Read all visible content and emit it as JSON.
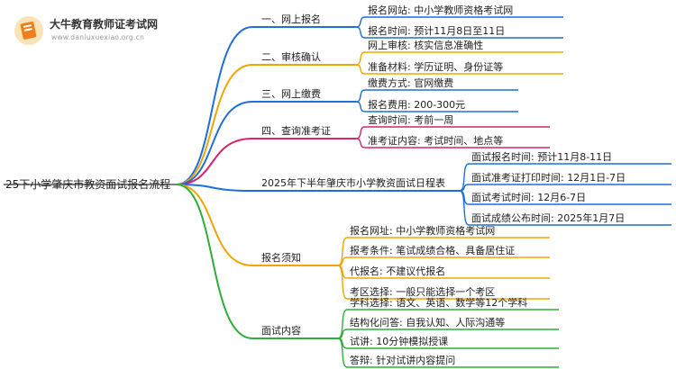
{
  "logo": {
    "title": "大牛教育教师证考试网",
    "url": "www.daniuxuexiao.org.cn"
  },
  "root": "25下小学肇庆市教资面试报名流程",
  "branches": [
    {
      "label": "一、网上报名",
      "color": "#1e6fd9",
      "leaves": [
        "报名网站: 中小学教师资格考试网",
        "报名时间: 预计11月8日至11日"
      ]
    },
    {
      "label": "二、审核确认",
      "color": "#f0a500",
      "leaves": [
        "网上审核: 核实信息准确性",
        "准备材料: 学历证明、身份证等"
      ]
    },
    {
      "label": "三、网上缴费",
      "color": "#1e6fd9",
      "leaves": [
        "缴费方式: 官网缴费",
        "报名费用: 200-300元"
      ]
    },
    {
      "label": "四、查询准考证",
      "color": "#d6246e",
      "leaves": [
        "查询时间: 考前一周",
        "准考证内容: 考试时间、地点等"
      ]
    },
    {
      "label": "2025年下半年肇庆市小学教资面试日程表",
      "color": "#1e6fd9",
      "leaves": [
        "面试报名时间: 预计11月8-11日",
        "面试准考证打印时间: 12月1日-7日",
        "面试考试时间: 12月6-7日",
        "面试成绩公布时间: 2025年1月7日"
      ]
    },
    {
      "label": "报名须知",
      "color": "#f0a500",
      "leaves": [
        "报名网址: 中小学教师资格考试网",
        "报考条件: 笔试成绩合格、具备居住证",
        "代报名: 不建议代报名",
        "考区选择: 一般只能选择一个考区"
      ]
    },
    {
      "label": "面试内容",
      "color": "#2fae3a",
      "leaves": [
        "学科选择: 语文、英语、数学等12个学科",
        "结构化问答: 自我认知、人际沟通等",
        "试讲: 10分钟模拟授课",
        "答辩: 针对试讲内容提问"
      ]
    }
  ]
}
